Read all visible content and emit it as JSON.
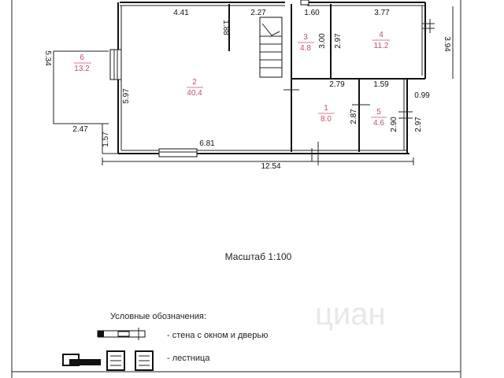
{
  "rooms": [
    {
      "number": "6",
      "area": "13.2"
    },
    {
      "number": "2",
      "area": "40.4"
    },
    {
      "number": "3",
      "area": "4.8"
    },
    {
      "number": "4",
      "area": "11.2"
    },
    {
      "number": "1",
      "area": "8.0"
    },
    {
      "number": "5",
      "area": "4.6"
    }
  ],
  "dimensions": {
    "d441": "4.41",
    "d227": "2.27",
    "d160": "1.60",
    "d377": "3.77",
    "d188": "1.88",
    "d300": "3.00",
    "d297a": "2.97",
    "d394": "3.94",
    "d534": "5.34",
    "d597": "5.97",
    "d279": "2.79",
    "d159": "1.59",
    "d099": "0.99",
    "d287": "2.87",
    "d290": "2.90",
    "d297b": "2.97",
    "d247": "2.47",
    "d157": "1.57",
    "d681": "6.81",
    "d1254": "12.54"
  },
  "scale_text": "Масштаб 1:100",
  "legend": {
    "title": "Условные обозначения:",
    "wall_label": "- стена с окном  и дверью",
    "stairs_label": "- лестница"
  },
  "watermark": "циан"
}
